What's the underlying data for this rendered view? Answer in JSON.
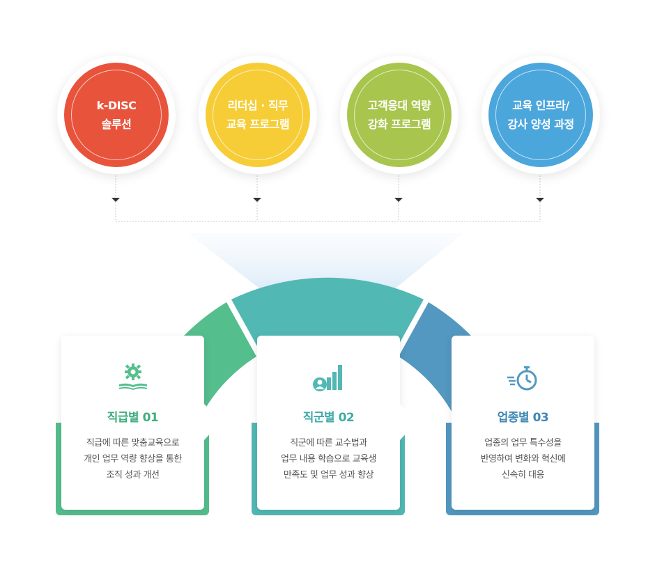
{
  "programs": [
    {
      "line1": "k-DISC",
      "line2": "솔루션",
      "color": "#e8533c"
    },
    {
      "line1": "리더십 · 직무",
      "line2": "교육 프로그램",
      "color": "#f6cd37"
    },
    {
      "line1": "고객응대 역량",
      "line2": "강화 프로그램",
      "color": "#a8c54d"
    },
    {
      "line1": "교육 인프라/",
      "line2": "강사 양성 과정",
      "color": "#4ba6dc"
    }
  ],
  "cards": [
    {
      "title": "직급별 01",
      "desc1": "직급에 따른 맞춤교육으로",
      "desc2": "개인 업무 역량 향상을 통한",
      "desc3": "조직 성과 개선",
      "color": "#55be8d",
      "icon": "gear-book-icon"
    },
    {
      "title": "직군별 02",
      "desc1": "직군에 따른 교수법과",
      "desc2": "업무 내용 학습으로 교육생",
      "desc3": "만족도 및 업무 성과 향상",
      "color": "#52b8b4",
      "icon": "bar-chart-person-icon"
    },
    {
      "title": "업종별 03",
      "desc1": "업종의 업무 특수성을",
      "desc2": "반영하여 변화와 혁신에",
      "desc3": "신속히 대응",
      "color": "#5398c0",
      "icon": "stopwatch-icon"
    }
  ]
}
